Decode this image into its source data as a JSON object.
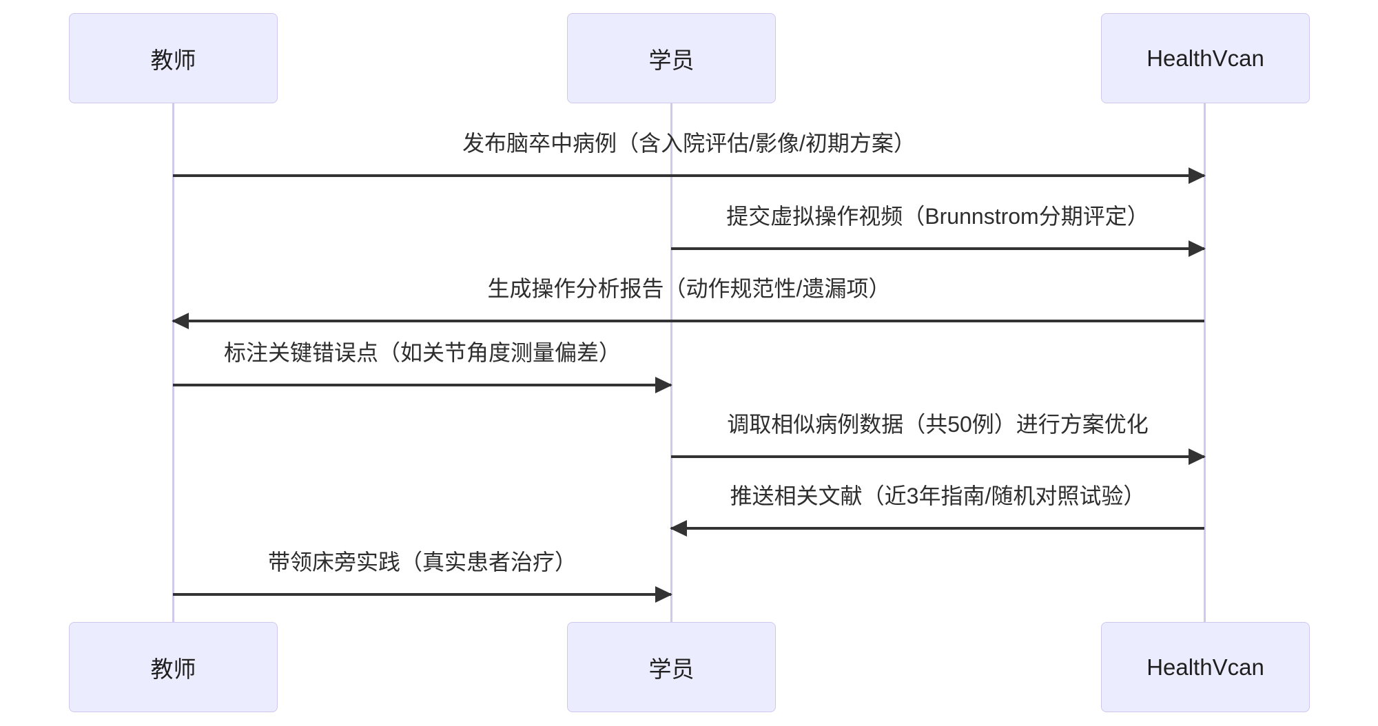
{
  "diagram": {
    "type": "sequence",
    "actors": [
      {
        "id": "teacher",
        "label": "教师"
      },
      {
        "id": "student",
        "label": "学员"
      },
      {
        "id": "healthvcan",
        "label": "HealthVcan"
      }
    ],
    "messages": [
      {
        "from": "教师",
        "to": "HealthVcan",
        "direction": "right",
        "text": "发布脑卒中病例（含入院评估/影像/初期方案）"
      },
      {
        "from": "学员",
        "to": "HealthVcan",
        "direction": "right",
        "text": "提交虚拟操作视频（Brunnstrom分期评定）"
      },
      {
        "from": "HealthVcan",
        "to": "教师",
        "direction": "left",
        "text": "生成操作分析报告（动作规范性/遗漏项）"
      },
      {
        "from": "教师",
        "to": "学员",
        "direction": "right",
        "text": "标注关键错误点（如关节角度测量偏差）"
      },
      {
        "from": "学员",
        "to": "HealthVcan",
        "direction": "right",
        "text": "调取相似病例数据（共50例）进行方案优化"
      },
      {
        "from": "HealthVcan",
        "to": "学员",
        "direction": "left",
        "text": "推送相关文献（近3年指南/随机对照试验）"
      },
      {
        "from": "教师",
        "to": "学员",
        "direction": "right",
        "text": "带领床旁实践（真实患者治疗）"
      }
    ],
    "colors": {
      "actor_fill": "#ECECFF",
      "actor_border": "#CFC7EE",
      "lifeline": "#D0C9EC",
      "arrow": "#333333",
      "text": "#2e2e2e",
      "background": "#ffffff"
    }
  }
}
